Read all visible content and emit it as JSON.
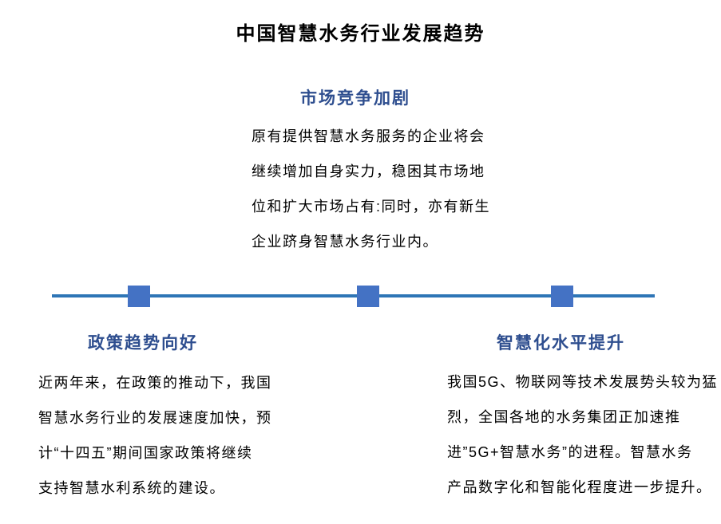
{
  "title": "中国智慧水务行业发展趋势",
  "colors": {
    "heading_blue": "#2E4E8F",
    "timeline_line": "#2E75B6",
    "timeline_marker": "#4472C4",
    "body_text": "#000000",
    "background": "#FFFFFF"
  },
  "sections": {
    "market": {
      "heading": "市场竞争加剧",
      "lines": [
        "原有提供智慧水务服务的企业将会",
        "继续增加自身实力，稳困其市场地",
        "位和扩大市场占有:同时，亦有新生",
        "企业跻身智慧水务行业内。"
      ]
    },
    "policy": {
      "heading": "政策趋势向好",
      "lines": [
        "近两年来，在政策的推动下，我国",
        "智慧水务行业的发展速度加快，预",
        "计“十四五”期间国家政策将继续",
        "支持智慧水利系统的建设。"
      ]
    },
    "smart": {
      "heading": "智慧化水平提升",
      "lines": [
        "我国5G、物联网等技术发展势头较为猛",
        "烈，全国各地的水务集团正加速推",
        "进”5G+智慧水务”的进程。智慧水务",
        "产品数字化和智能化程度进一步提升。"
      ]
    }
  }
}
